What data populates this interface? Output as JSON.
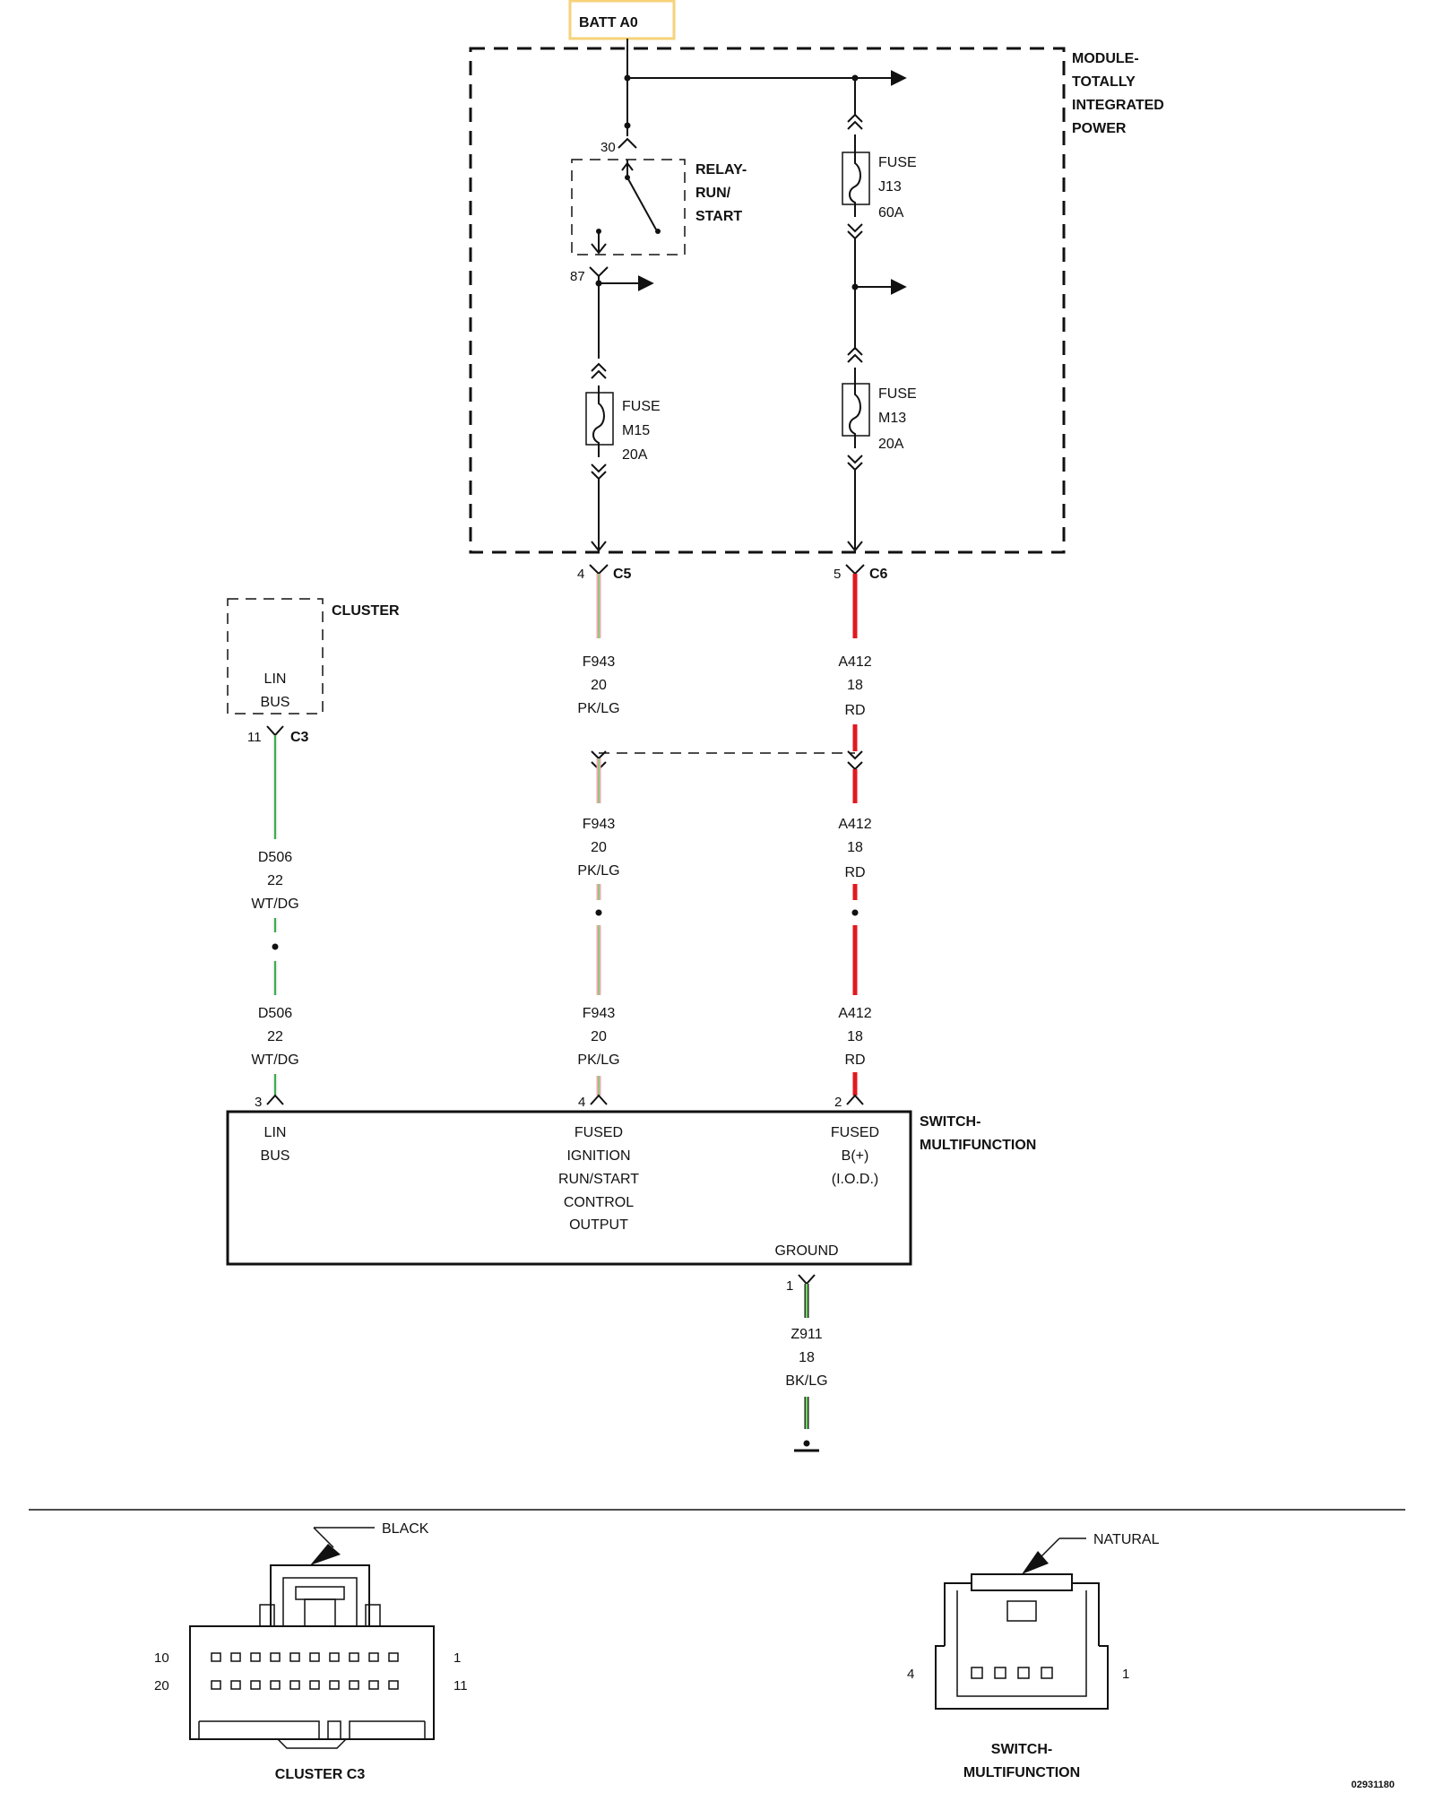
{
  "source": {
    "label": "BATT A0"
  },
  "module": {
    "title_lines": [
      "MODULE-",
      "TOTALLY",
      "INTEGRATED",
      "POWER"
    ]
  },
  "relay": {
    "title_lines": [
      "RELAY-",
      "RUN/",
      "START"
    ],
    "pin_in": "30",
    "pin_out": "87"
  },
  "fuses": {
    "j13": {
      "lines": [
        "FUSE",
        "J13",
        "60A"
      ]
    },
    "m15": {
      "lines": [
        "FUSE",
        "M15",
        "20A"
      ]
    },
    "m13": {
      "lines": [
        "FUSE",
        "M13",
        "20A"
      ]
    }
  },
  "connectors": {
    "c5": {
      "pin": "4",
      "name": "C5"
    },
    "c6": {
      "pin": "5",
      "name": "C6"
    },
    "c3": {
      "pin": "11",
      "name": "C3"
    }
  },
  "cluster": {
    "title": "CLUSTER",
    "lines": [
      "LIN",
      "BUS"
    ]
  },
  "wires": {
    "f943": {
      "circuit": "F943",
      "gauge": "20",
      "color": "PK/LG"
    },
    "a412": {
      "circuit": "A412",
      "gauge": "18",
      "color": "RD"
    },
    "d506": {
      "circuit": "D506",
      "gauge": "22",
      "color": "WT/DG"
    },
    "z911": {
      "circuit": "Z911",
      "gauge": "18",
      "color": "BK/LG"
    }
  },
  "switch": {
    "title_lines": [
      "SWITCH-",
      "MULTIFUNCTION"
    ],
    "pins": {
      "lin": "3",
      "ign": "4",
      "batt": "2",
      "gnd": "1"
    },
    "lin_lines": [
      "LIN",
      "BUS"
    ],
    "ign_lines": [
      "FUSED",
      "IGNITION",
      "RUN/START",
      "CONTROL",
      "OUTPUT"
    ],
    "batt_lines": [
      "FUSED",
      "B(+)",
      "(I.O.D.)"
    ],
    "ground_label": "GROUND"
  },
  "connector_views": {
    "cluster": {
      "color_label": "BLACK",
      "title": "CLUSTER C3",
      "pin_labels": {
        "top_left": "10",
        "bottom_left": "20",
        "top_right": "1",
        "bottom_right": "11"
      }
    },
    "switch": {
      "color_label": "NATURAL",
      "title_lines": [
        "SWITCH-",
        "MULTIFUNCTION"
      ],
      "pin_labels": {
        "left": "4",
        "right": "1"
      }
    }
  },
  "diagram_id": "02931180",
  "colors": {
    "red": "#e0191f",
    "pink": "#f4a6b4",
    "light_green": "#74d66a",
    "dark_green": "#24a83a",
    "black": "#111111",
    "batt_box": "#f6d27a"
  }
}
